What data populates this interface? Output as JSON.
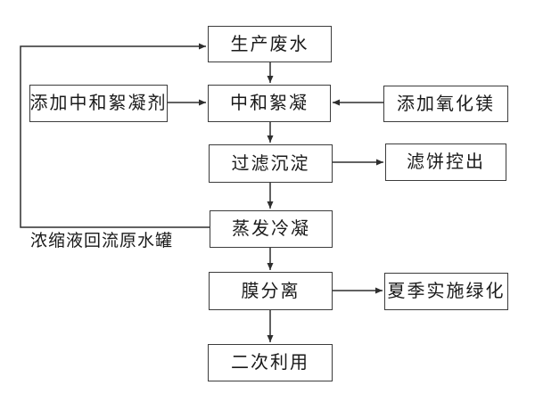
{
  "diagram": {
    "title": "wastewater-treatment-process-flowchart",
    "nodes": {
      "production_wastewater": "生产废水",
      "add_neutralizing_flocculant": "添加中和絮凝剂",
      "neutralization_flocculation": "中和絮凝",
      "add_magnesium_oxide": "添加氧化镁",
      "filtration_sedimentation": "过滤沉淀",
      "filter_cake_discharge": "滤饼控出",
      "evaporation_condensation": "蒸发冷凝",
      "membrane_separation": "膜分离",
      "summer_greening": "夏季实施绿化",
      "secondary_use": "二次利用"
    },
    "edge_label": "浓缩液回流原水罐",
    "colors": {
      "line": "#2e2e2e",
      "box_border": "#3c3c3c",
      "background": "#ffffff",
      "text": "#1a1a1a"
    }
  }
}
